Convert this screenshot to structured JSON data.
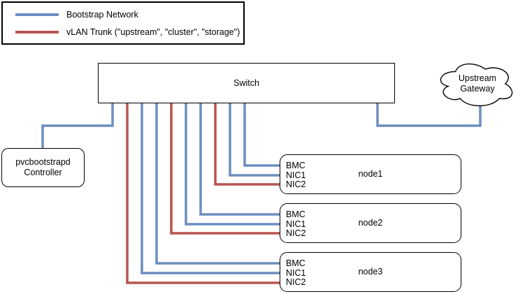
{
  "palette": {
    "bootstrap": "#6c8ebf",
    "vlan": "#b85450",
    "stroke": "#000000",
    "background": "#ffffff"
  },
  "legend": {
    "items": [
      {
        "id": "bootstrap",
        "label": "Bootstrap Network",
        "color": "#6c8ebf"
      },
      {
        "id": "vlan",
        "label": "vLAN Trunk (\"upstream\", \"cluster\", \"storage\")",
        "color": "#b85450"
      }
    ]
  },
  "shapes": {
    "switch": {
      "label": "Switch"
    },
    "upstream_gateway": {
      "label": "Upstream Gateway"
    },
    "controller": {
      "label": "pvcbootstrapd Controller"
    },
    "nodes": [
      {
        "name": "node1",
        "ports": [
          "BMC",
          "NIC1",
          "NIC2"
        ]
      },
      {
        "name": "node2",
        "ports": [
          "BMC",
          "NIC1",
          "NIC2"
        ]
      },
      {
        "name": "node3",
        "ports": [
          "BMC",
          "NIC1",
          "NIC2"
        ]
      }
    ]
  },
  "edges": [
    {
      "network": "bootstrap",
      "from": "switch",
      "to": "controller"
    },
    {
      "network": "bootstrap",
      "from": "switch",
      "to": "upstream-gateway"
    },
    {
      "network": "bootstrap",
      "from": "switch",
      "to": "node1.BMC"
    },
    {
      "network": "bootstrap",
      "from": "switch",
      "to": "node1.NIC1"
    },
    {
      "network": "vlan",
      "from": "switch",
      "to": "node1.NIC2"
    },
    {
      "network": "bootstrap",
      "from": "switch",
      "to": "node2.BMC"
    },
    {
      "network": "bootstrap",
      "from": "switch",
      "to": "node2.NIC1"
    },
    {
      "network": "vlan",
      "from": "switch",
      "to": "node2.NIC2"
    },
    {
      "network": "bootstrap",
      "from": "switch",
      "to": "node3.BMC"
    },
    {
      "network": "bootstrap",
      "from": "switch",
      "to": "node3.NIC1"
    },
    {
      "network": "vlan",
      "from": "switch",
      "to": "node3.NIC2"
    }
  ]
}
